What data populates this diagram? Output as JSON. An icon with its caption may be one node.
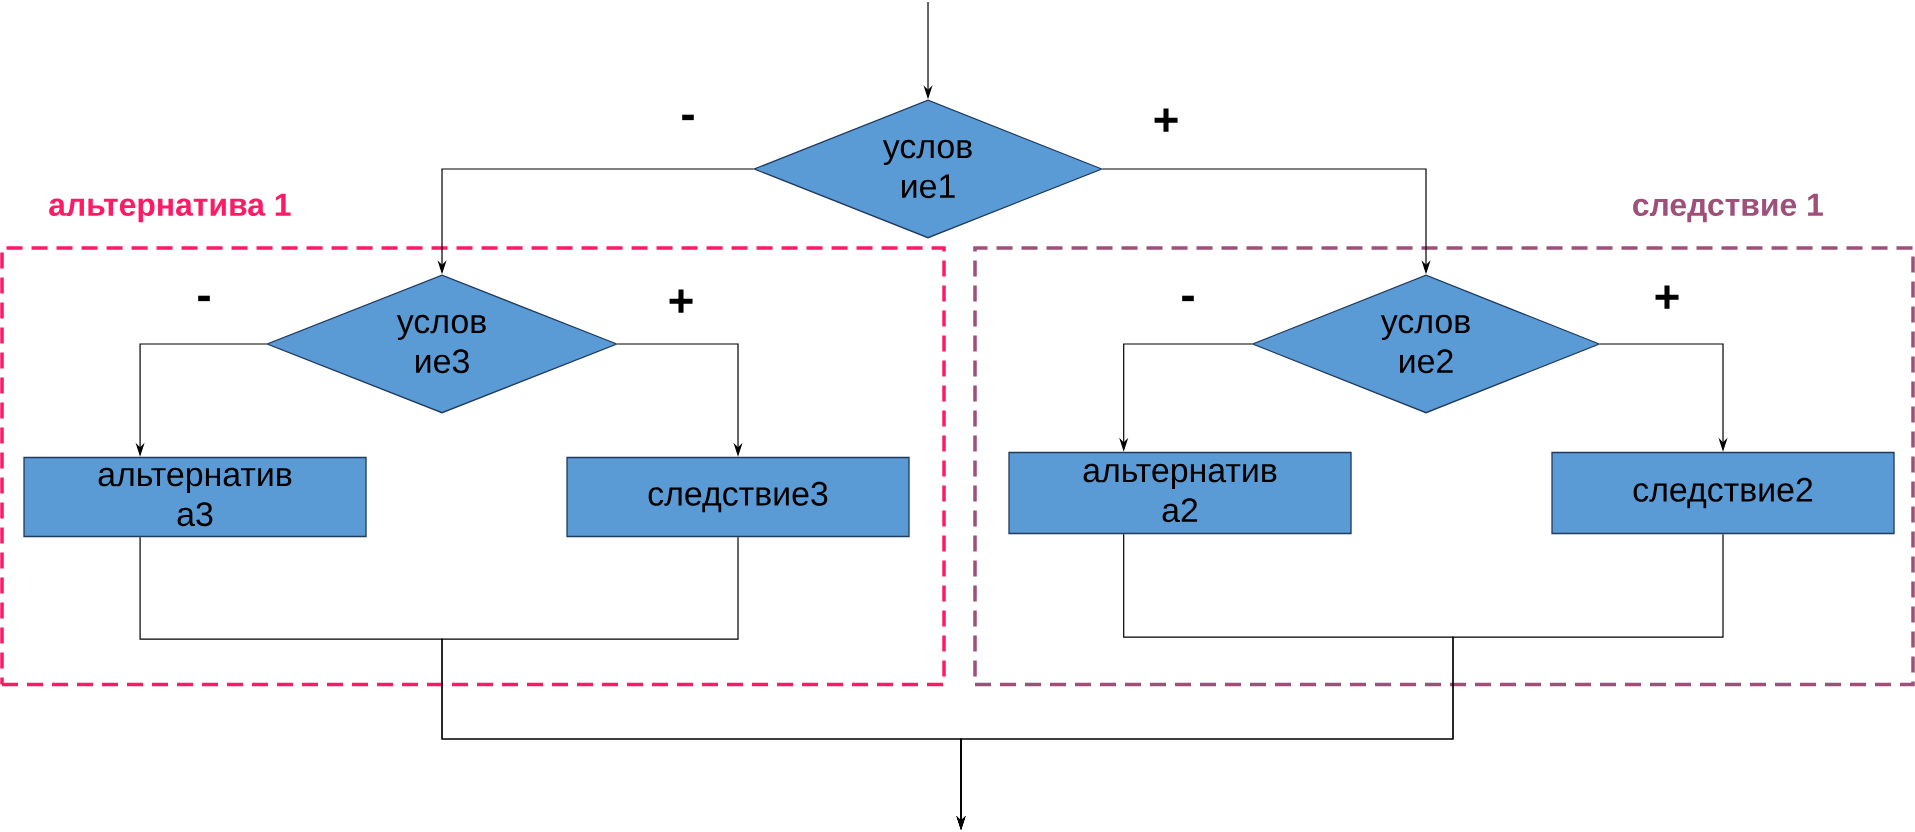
{
  "diagram": {
    "nodes": [
      {
        "text": [
          "альтернатива 1"
        ]
      },
      {
        "text": [
          "следствие 1"
        ]
      },
      {
        "text": [
          "услов ие1"
        ]
      },
      {
        "text": [
          "услов ие3"
        ],
        "in": 0
      },
      {
        "text": [
          "услов ие2"
        ],
        "in": 1
      },
      {
        "text": [
          "альтернатив а3"
        ],
        "in": 0
      },
      {
        "text": [
          "следствие3"
        ],
        "in": 0
      },
      {
        "text": [
          "альтернатив а2"
        ],
        "in": 1
      },
      {
        "text": [
          "следствие2"
        ],
        "in": 1
      }
    ],
    "edges": [
      {
        "from": null,
        "to": 2,
        "arrow": "to"
      },
      {
        "from": 2,
        "to": 3,
        "arrow": "to",
        "label": "-"
      },
      {
        "from": 2,
        "to": 4,
        "arrow": "to",
        "label": "+"
      },
      {
        "from": 3,
        "to": 5,
        "arrow": "to",
        "label": "-"
      },
      {
        "from": 3,
        "to": 6,
        "arrow": "to",
        "label": "+"
      },
      {
        "from": 4,
        "to": 7,
        "arrow": "to",
        "label": "-"
      },
      {
        "from": 4,
        "to": 8,
        "arrow": "to",
        "label": "+"
      },
      {
        "from": 5,
        "to": null,
        "arrow": "to"
      },
      {
        "from": 6,
        "to": null,
        "arrow": "to"
      },
      {
        "from": 7,
        "to": null,
        "arrow": "to"
      },
      {
        "from": 8,
        "to": null,
        "arrow": "to"
      }
    ]
  }
}
